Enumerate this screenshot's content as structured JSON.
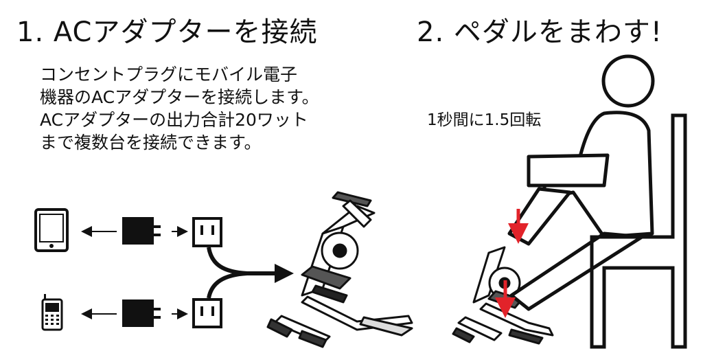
{
  "step1": {
    "title": "1. ACアダプターを接続",
    "description_lines": [
      "コンセントプラグにモバイル電子",
      "機器のACアダプターを接続します。",
      "ACアダプターの出力合計20ワット",
      "まで複数台を接続できます。"
    ]
  },
  "step2": {
    "title": "2. ペダルをまわす!",
    "speed_label": "1秒間に1.5回転"
  },
  "colors": {
    "ink": "#111111",
    "accent": "#e2232a",
    "frame_fill": "#ffffff",
    "chair": "#111111"
  },
  "icons": [
    "tablet-icon",
    "phone-icon",
    "ac-adapter-icon",
    "power-outlet-icon",
    "arrow-icon",
    "pedal-exerciser-icon",
    "seated-person-icon",
    "chair-icon"
  ]
}
